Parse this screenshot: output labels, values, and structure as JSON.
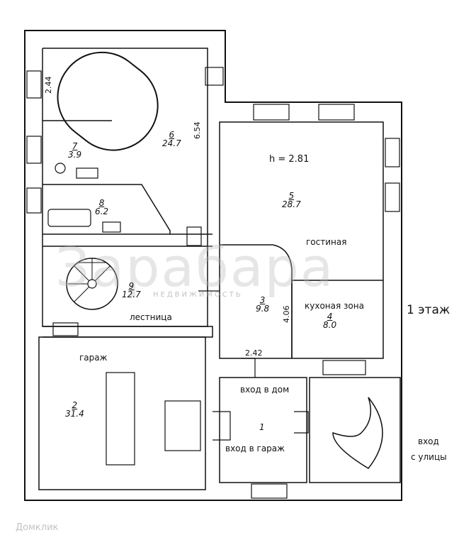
{
  "floor_label": "1 этаж",
  "watermark": {
    "main": "Зарабара",
    "sub": "НЕДВИЖИМОСТЬ"
  },
  "brand": "Домклик",
  "ceiling_height": "h = 2.81",
  "rooms": [
    {
      "no": "1",
      "area": ""
    },
    {
      "no": "2",
      "area": "31.4"
    },
    {
      "no": "3",
      "area": "9.8"
    },
    {
      "no": "4",
      "area": "8.0"
    },
    {
      "no": "5",
      "area": "28.7"
    },
    {
      "no": "6",
      "area": "24.7"
    },
    {
      "no": "7",
      "area": "3.9"
    },
    {
      "no": "8",
      "area": "6.2"
    },
    {
      "no": "9",
      "area": "12.7"
    }
  ],
  "room_names": {
    "living": "гостиная",
    "kitchen": "кухоная зона",
    "stairs": "лестница",
    "garage": "гараж",
    "entrance_house": "вход в дом",
    "entrance_garage": "вход в гараж",
    "street_entrance_line1": "вход",
    "street_entrance_line2": "с улицы"
  },
  "dimensions": {
    "d244": "2.44",
    "d654": "6.54",
    "d406": "4.06",
    "d242": "2.42"
  }
}
